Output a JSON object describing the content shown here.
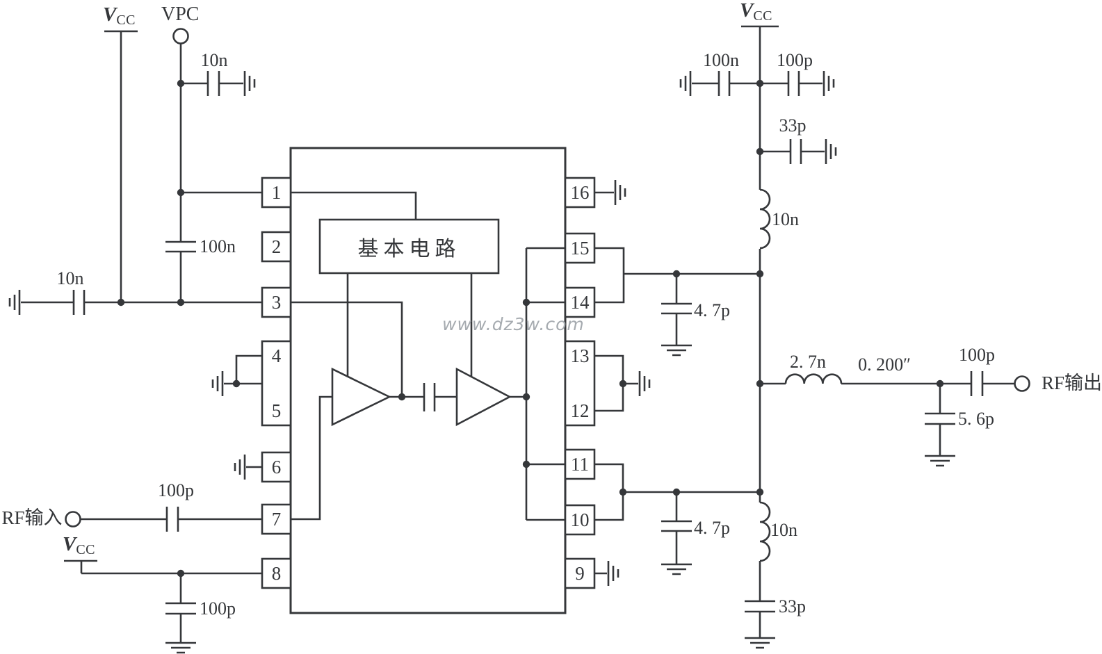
{
  "power": {
    "vcc": "V",
    "vcc_sub": "CC",
    "vpc": "VPC"
  },
  "io": {
    "rf_input": "RF输入",
    "rf_output": "RF输出"
  },
  "ic": {
    "core_block": "基本电路",
    "left_pins": [
      "1",
      "2",
      "3",
      "4",
      "5",
      "6",
      "7",
      "8"
    ],
    "right_pins": [
      "16",
      "15",
      "14",
      "13",
      "12",
      "11",
      "10",
      "9"
    ]
  },
  "components": {
    "vpc_bypass_cap": "10n",
    "vpc_series_cap": "100n",
    "pin3_input_cap": "10n",
    "rf_input_cap": "100p",
    "pin8_bypass_cap": "100p",
    "vcc_bypass_cap_100n": "100n",
    "vcc_bypass_cap_100p": "100p",
    "vcc_bypass_cap_33p": "33p",
    "upper_tank_inductor": "10n",
    "upper_tank_cap": "4. 7p",
    "output_inductor": "2. 7n",
    "output_microstrip": "0. 200″",
    "output_shunt_cap": "5. 6p",
    "output_series_cap": "100p",
    "lower_tank_inductor": "10n",
    "lower_tank_cap": "4. 7p",
    "lower_vcc_cap_33p": "33p"
  },
  "watermark": "www.dz3w.com",
  "colors": {
    "ink": "#35373a",
    "watermark": "#a6abb0",
    "background": "#ffffff"
  }
}
